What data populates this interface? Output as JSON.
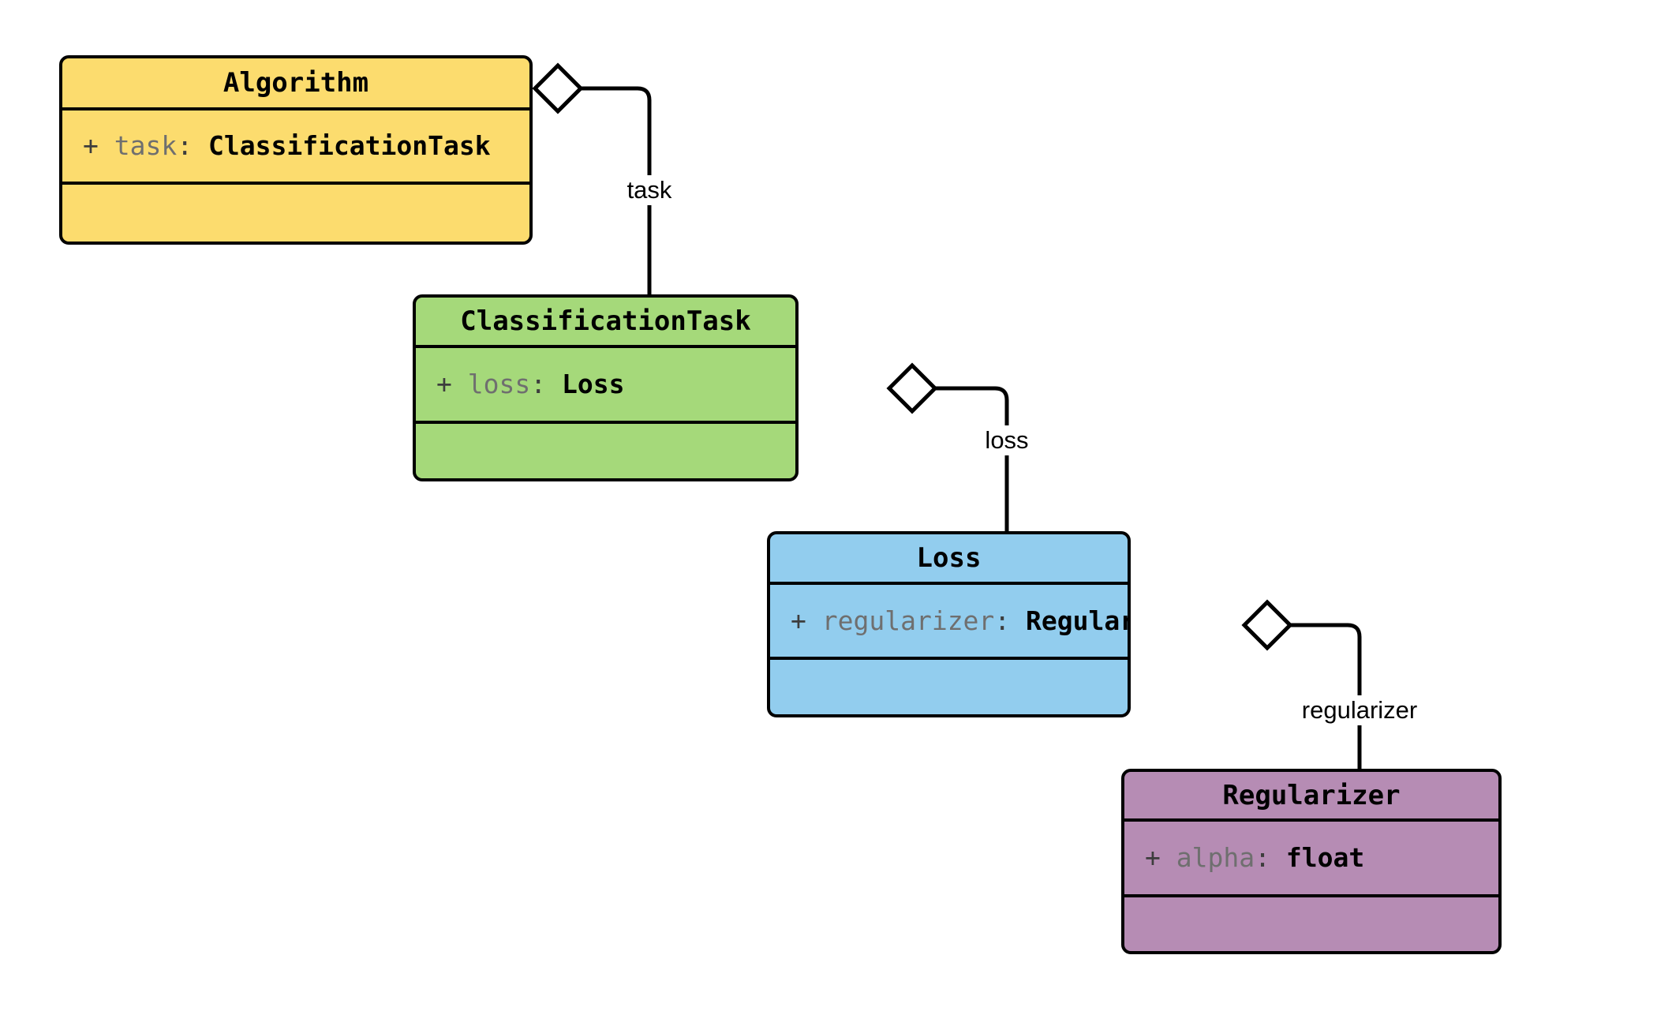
{
  "diagram": {
    "type": "uml-class-diagram",
    "title": "",
    "background_color": "#ffffff",
    "line_color": "#000000",
    "classes": [
      {
        "id": "algorithm",
        "name": "Algorithm",
        "fill_color": "#FCDC6E",
        "attributes": [
          {
            "visibility": "+",
            "name": "task",
            "separator": ":",
            "type": "ClassificationTask"
          }
        ],
        "methods": []
      },
      {
        "id": "classification-task",
        "name": "ClassificationTask",
        "fill_color": "#A5D97A",
        "attributes": [
          {
            "visibility": "+",
            "name": "loss",
            "separator": ":",
            "type": "Loss"
          }
        ],
        "methods": []
      },
      {
        "id": "loss",
        "name": "Loss",
        "fill_color": "#92CDEE",
        "attributes": [
          {
            "visibility": "+",
            "name": "regularizer",
            "separator": ":",
            "type": "Regularizer"
          }
        ],
        "methods": []
      },
      {
        "id": "regularizer",
        "name": "Regularizer",
        "fill_color": "#B68CB4",
        "attributes": [
          {
            "visibility": "+",
            "name": "alpha",
            "separator": ":",
            "type": "float"
          }
        ],
        "methods": []
      }
    ],
    "relations": [
      {
        "id": "algorithm-task",
        "kind": "aggregation",
        "source": "Algorithm",
        "target": "ClassificationTask",
        "role_label": "task"
      },
      {
        "id": "classificationtask-loss",
        "kind": "aggregation",
        "source": "ClassificationTask",
        "target": "Loss",
        "role_label": "loss"
      },
      {
        "id": "loss-regularizer",
        "kind": "aggregation",
        "source": "Loss",
        "target": "Regularizer",
        "role_label": "regularizer"
      }
    ]
  }
}
